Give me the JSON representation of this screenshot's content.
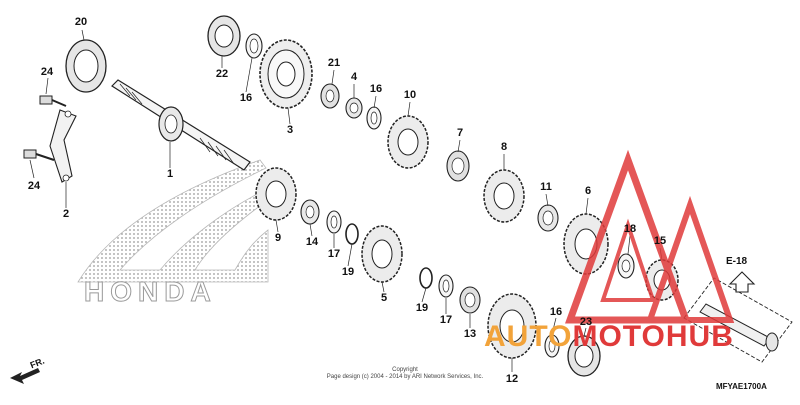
{
  "brand_logo_text": "HONDA",
  "watermark": {
    "part1": "AUTO",
    "part2": "MOTOHUB",
    "color1": "#f2a33a",
    "color2": "#e03a3a"
  },
  "reference_tag": "E-18",
  "direction_label": "FR.",
  "diagram_code": "MFYAE1700A",
  "copyright": {
    "line1": "Copyright",
    "line2": "Page design (c) 2004 - 2014 by ARI Network Services, Inc."
  },
  "callouts": [
    "20",
    "24",
    "24",
    "2",
    "1",
    "22",
    "16",
    "3",
    "21",
    "4",
    "16",
    "10",
    "7",
    "8",
    "11",
    "6",
    "18",
    "15",
    "9",
    "14",
    "17",
    "19",
    "5",
    "19",
    "17",
    "13",
    "12",
    "16",
    "23"
  ],
  "accent_color": "#e03a3a"
}
